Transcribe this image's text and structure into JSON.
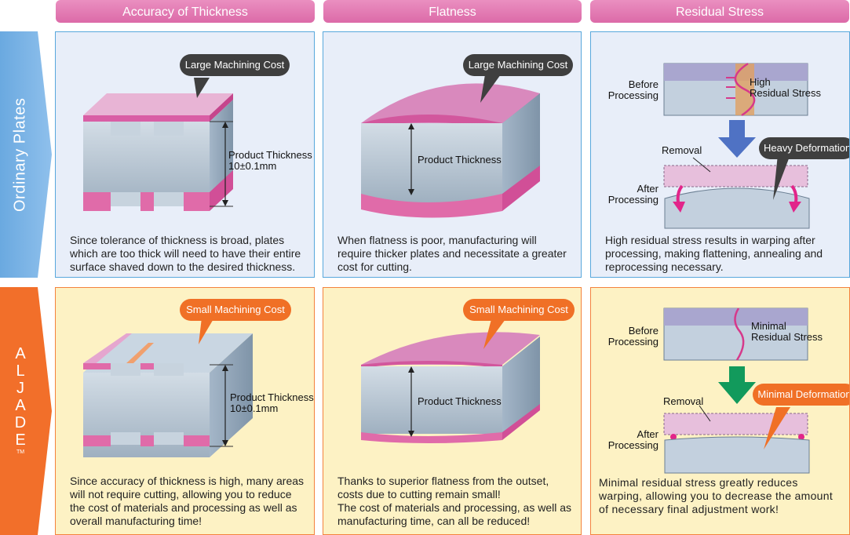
{
  "headers": {
    "thickness": "Accuracy of Thickness",
    "flatness": "Flatness",
    "stress": "Residual Stress"
  },
  "rows": {
    "ordinary": {
      "label": "Ordinary Plates"
    },
    "aljade": {
      "letters": [
        "A",
        "L",
        "J",
        "A",
        "D",
        "E"
      ],
      "tm": "TM"
    }
  },
  "ordinary": {
    "thickness": {
      "bubble": "Large Machining Cost",
      "dim_label": "Product Thickness",
      "dim_value": "10±0.1mm",
      "caption": "Since tolerance of thickness is broad, plates which are too thick will need to have their entire surface shaved down to the desired thickness."
    },
    "flatness": {
      "bubble": "Large Machining Cost",
      "dim_label": "Product Thickness",
      "caption": "When flatness is poor, manufacturing will require thicker plates and necessitate a greater cost for cutting."
    },
    "stress": {
      "before": "Before\nProcessing",
      "stress_label": "High\nResidual Stress",
      "removal": "Removal",
      "bubble": "Heavy Deformation",
      "after": "After\nProcessing",
      "caption": "High residual stress results in warping after processing, making flattening, annealing and reprocessing necessary."
    }
  },
  "aljade": {
    "thickness": {
      "bubble": "Small Machining Cost",
      "dim_label": "Product Thickness",
      "dim_value": "10±0.1mm",
      "caption": "Since accuracy of thickness is high, many areas will not require cutting, allowing you to reduce the cost of materials and processing as well as overall manufacturing time!"
    },
    "flatness": {
      "bubble": "Small Machining Cost",
      "dim_label": "Product Thickness",
      "caption": "Thanks to superior flatness from the outset, costs due to cutting remain small!\nThe cost of materials and processing, as well as manufacturing time, can all be reduced!"
    },
    "stress": {
      "before": "Before\nProcessing",
      "stress_label": "Minimal\nResidual Stress",
      "removal": "Removal",
      "bubble": "Minimal Deformation",
      "after": "After\nProcessing",
      "caption": "Minimal residual stress greatly reduces warping, allowing you to decrease the amount of necessary final adjustment work!"
    }
  }
}
